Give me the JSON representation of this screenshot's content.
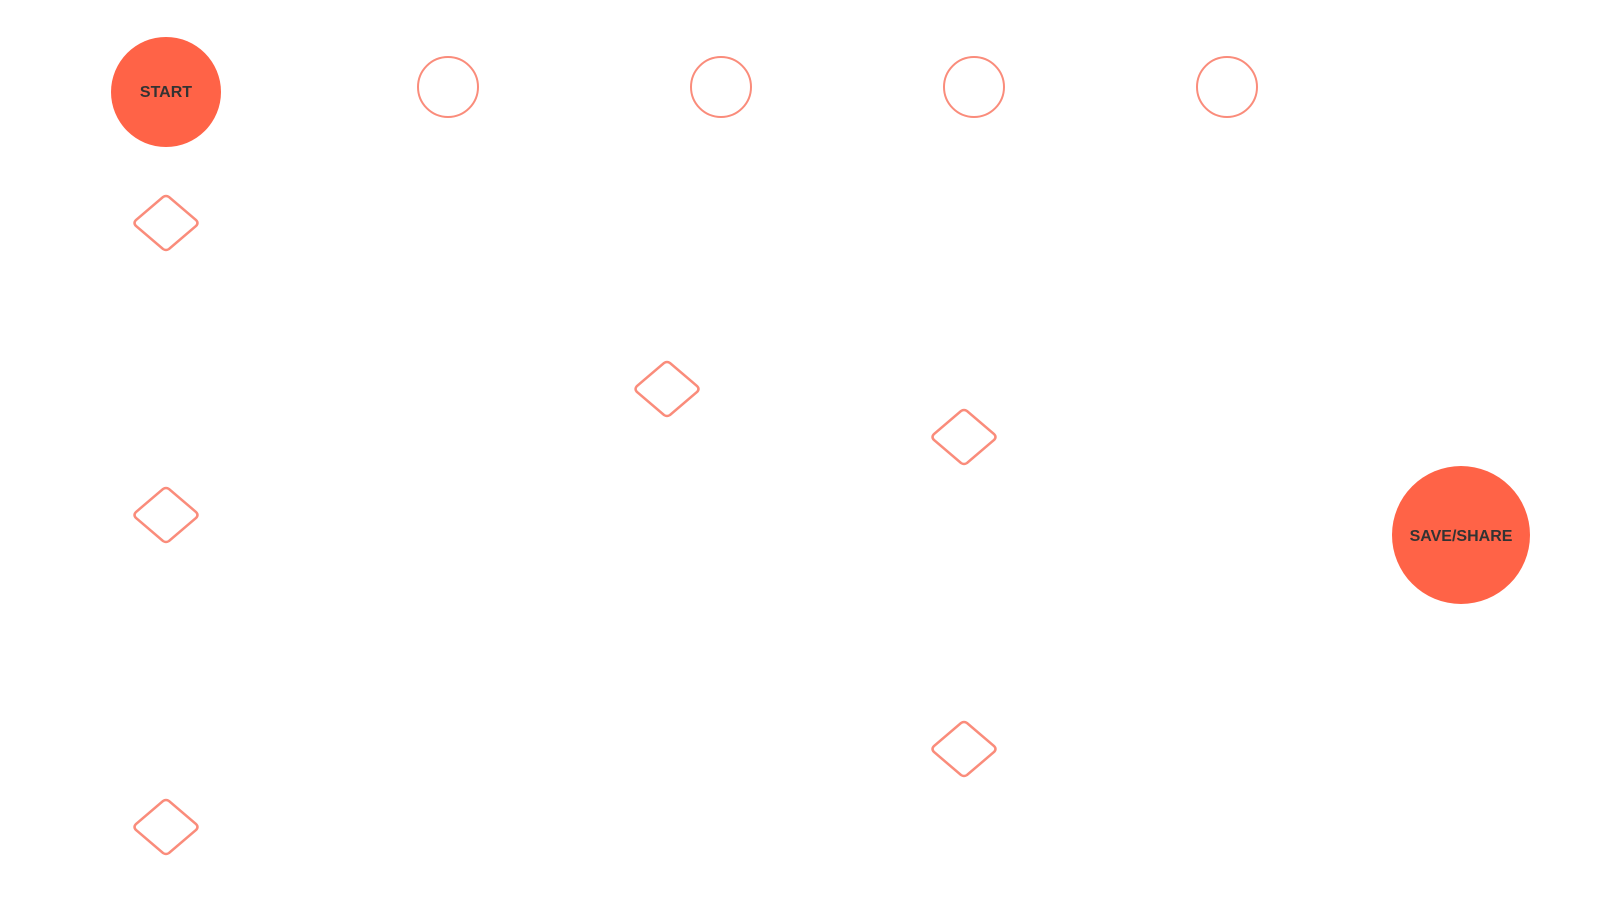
{
  "diagram": {
    "type": "flowchart",
    "colors": {
      "terminal_fill": "#FF6347",
      "outline_stroke": "#FA8C7B",
      "label_text": "#333333",
      "background": "#FFFFFF"
    },
    "terminals": [
      {
        "id": "start",
        "label": "START"
      },
      {
        "id": "save-share",
        "label": "SAVE/SHARE"
      }
    ],
    "circles": [
      {
        "id": "circle-1",
        "label": ""
      },
      {
        "id": "circle-2",
        "label": ""
      },
      {
        "id": "circle-3",
        "label": ""
      },
      {
        "id": "circle-4",
        "label": ""
      }
    ],
    "decisions": [
      {
        "id": "decision-1",
        "label": ""
      },
      {
        "id": "decision-2",
        "label": ""
      },
      {
        "id": "decision-3",
        "label": ""
      },
      {
        "id": "decision-4",
        "label": ""
      },
      {
        "id": "decision-5",
        "label": ""
      },
      {
        "id": "decision-6",
        "label": ""
      }
    ]
  }
}
